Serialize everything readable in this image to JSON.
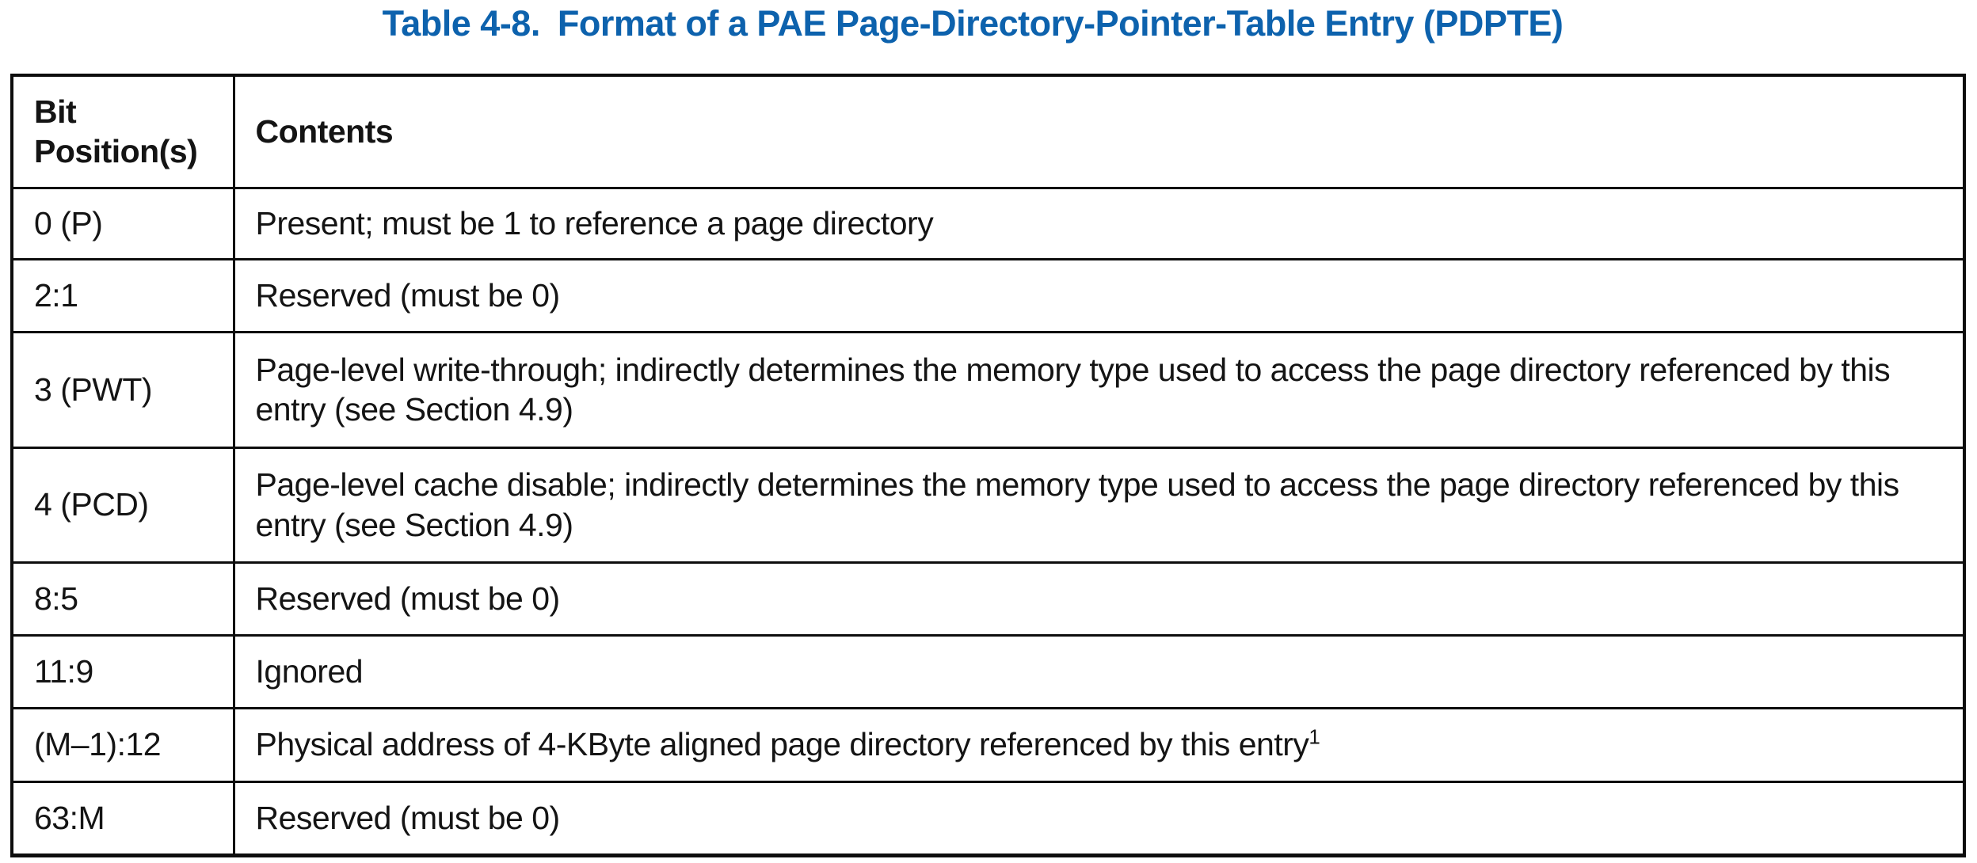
{
  "title": {
    "label": "Table 4-8.",
    "text": "Format of a PAE Page-Directory-Pointer-Table Entry (PDPTE)"
  },
  "colors": {
    "title_blue": "#0d62ad",
    "border_black": "#0d0d0d",
    "text_black": "#141414"
  },
  "table": {
    "headers": {
      "bits": "Bit Position(s)",
      "contents": "Contents"
    },
    "rows": [
      {
        "bits": "0 (P)",
        "contents": "Present; must be 1 to reference a page directory"
      },
      {
        "bits": "2:1",
        "contents": "Reserved (must be 0)"
      },
      {
        "bits": "3 (PWT)",
        "contents": "Page-level write-through; indirectly determines the memory type used to access the page directory referenced by this entry (see Section 4.9)"
      },
      {
        "bits": "4 (PCD)",
        "contents": "Page-level cache disable; indirectly determines the memory type used to access the page directory referenced by this entry (see Section 4.9)"
      },
      {
        "bits": "8:5",
        "contents": "Reserved (must be 0)"
      },
      {
        "bits": "11:9",
        "contents": "Ignored"
      },
      {
        "bits": "(M–1):12",
        "contents": "Physical address of 4-KByte aligned page directory referenced by this entry",
        "footnote_ref": "1"
      },
      {
        "bits": "63:M",
        "contents": "Reserved (must be 0)"
      }
    ]
  }
}
